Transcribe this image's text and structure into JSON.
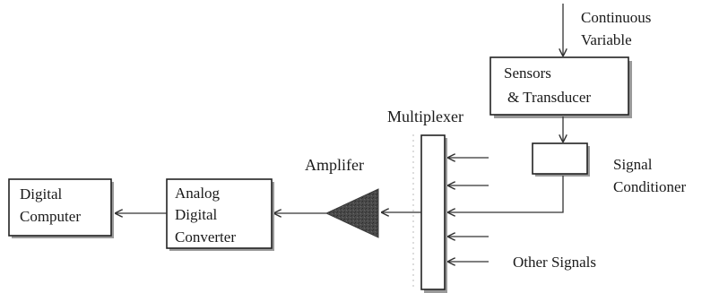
{
  "input": {
    "label_line1": "Continuous",
    "label_line2": "Variable"
  },
  "sensors": {
    "line1": "Sensors",
    "line2": "& Transducer"
  },
  "signal_conditioner": {
    "line1": "Signal",
    "line2": "Conditioner"
  },
  "multiplexer": {
    "label": "Multiplexer"
  },
  "other_signals": {
    "label": "Other Signals"
  },
  "amplifier": {
    "label": "Amplifer"
  },
  "adc": {
    "line1": "Analog",
    "line2": "Digital",
    "line3": "Converter"
  },
  "computer": {
    "line1": "Digital",
    "line2": "Computer"
  },
  "colors": {
    "line": "#333333",
    "box_border": "#222222",
    "amplifier_fill": "#4a4a4a",
    "shadow": "#9a9a9a"
  }
}
